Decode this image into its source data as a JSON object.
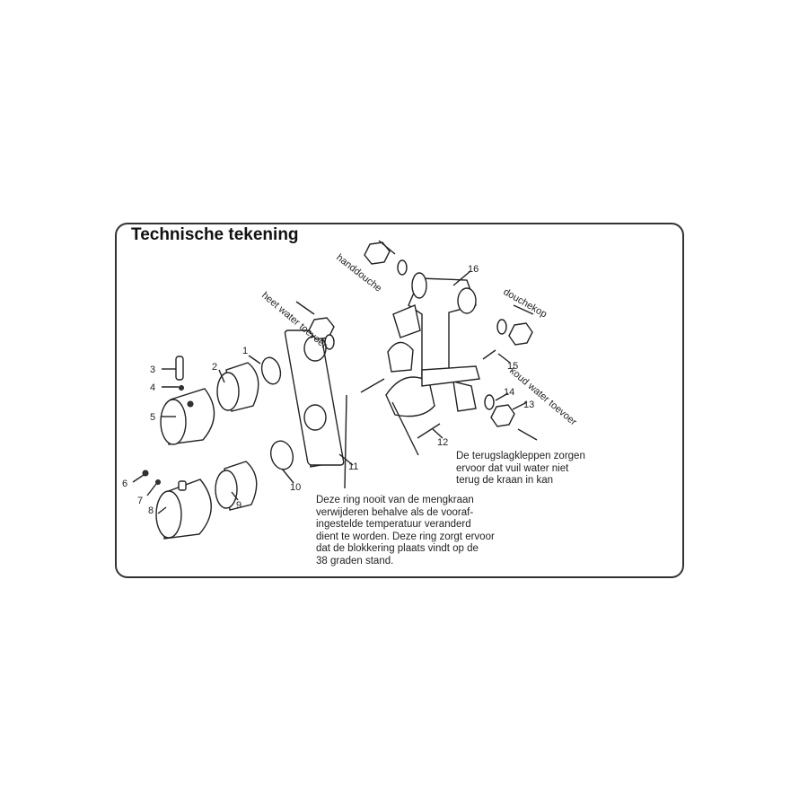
{
  "title": "Technische tekening",
  "part_numbers": [
    "1",
    "2",
    "3",
    "4",
    "5",
    "6",
    "7",
    "8",
    "9",
    "10",
    "11",
    "12",
    "13",
    "14",
    "15",
    "16"
  ],
  "flow_labels": {
    "handdouche": "handdouche",
    "heet_water": "heet water toevoer",
    "douchekop": "douchekop",
    "koud_water": "koud water toevoer"
  },
  "notes": {
    "terugslag": "De terugslagkleppen zorgen\nervoor dat vuil water niet\nterug de kraan in kan",
    "ring": "Deze ring nooit van de mengkraan\nverwijderen behalve als de vooraf-\ningestelde temperatuur veranderd\ndient te worden. Deze ring zorgt ervoor\ndat de blokkering plaats vindt op de\n38 graden stand."
  }
}
